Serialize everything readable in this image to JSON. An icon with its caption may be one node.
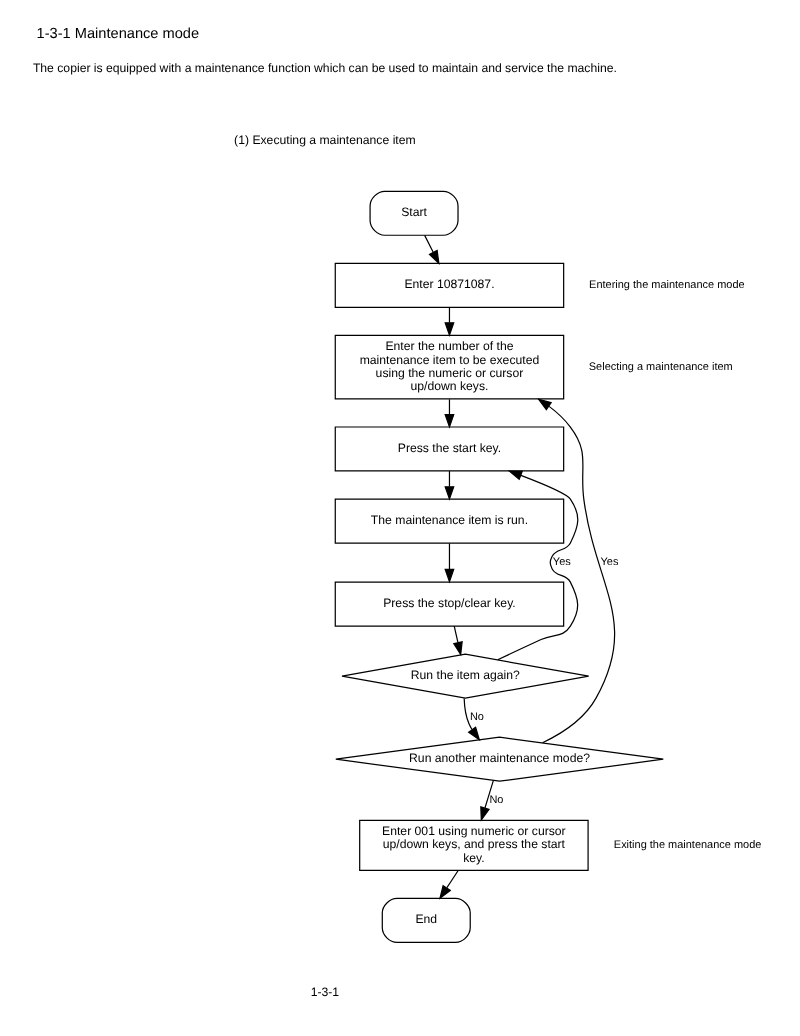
{
  "diagram": {
    "title": "1-3-1 Maintenance mode",
    "nodes": [
      {
        "text": [
          "Start"
        ]
      },
      {
        "text": [
          "Enter 10871087."
        ],
        "beside": [
          "Entering the maintenance mode"
        ]
      },
      {
        "text": [
          "Enter the number of the maintenance item to be executed using the numeric or cursor up/down keys."
        ],
        "beside": [
          "Selecting a maintenance item"
        ]
      },
      {
        "text": [
          "Press the start key."
        ]
      },
      {
        "text": [
          "The maintenance item is run."
        ]
      },
      {
        "text": [
          "Press the stop/clear key."
        ]
      },
      {
        "text": [
          "Run the item again?"
        ]
      },
      {
        "text": [
          "Run another maintenance mode?"
        ]
      },
      {
        "text": [
          "Enter 001 using numeric or cursor up/down keys, and press the start key."
        ],
        "beside": [
          "Exiting the maintenance mode"
        ]
      },
      {
        "text": [
          "End"
        ]
      }
    ],
    "edges": [
      {
        "from": 0,
        "to": 1,
        "arrow": "to"
      },
      {
        "from": 1,
        "to": 2,
        "arrow": "to"
      },
      {
        "from": 2,
        "to": 3,
        "arrow": "to"
      },
      {
        "from": 3,
        "to": 4,
        "arrow": "to"
      },
      {
        "from": 4,
        "to": 5,
        "arrow": "to"
      },
      {
        "from": 5,
        "to": 6,
        "arrow": "to"
      },
      {
        "from": 6,
        "to": 3,
        "arrow": "to",
        "label": "Yes"
      },
      {
        "from": 6,
        "to": 7,
        "arrow": "to",
        "label": "No"
      },
      {
        "from": 7,
        "to": 2,
        "arrow": "to",
        "label": "Yes"
      },
      {
        "from": 7,
        "to": 8,
        "arrow": "to",
        "label": "No"
      },
      {
        "from": 8,
        "to": 9,
        "arrow": "to"
      }
    ],
    "labels": [
      "The copier is equipped with a maintenance function which can be used to maintain and service the machine.",
      "(1) Executing a maintenance item",
      "1-3-1"
    ]
  }
}
